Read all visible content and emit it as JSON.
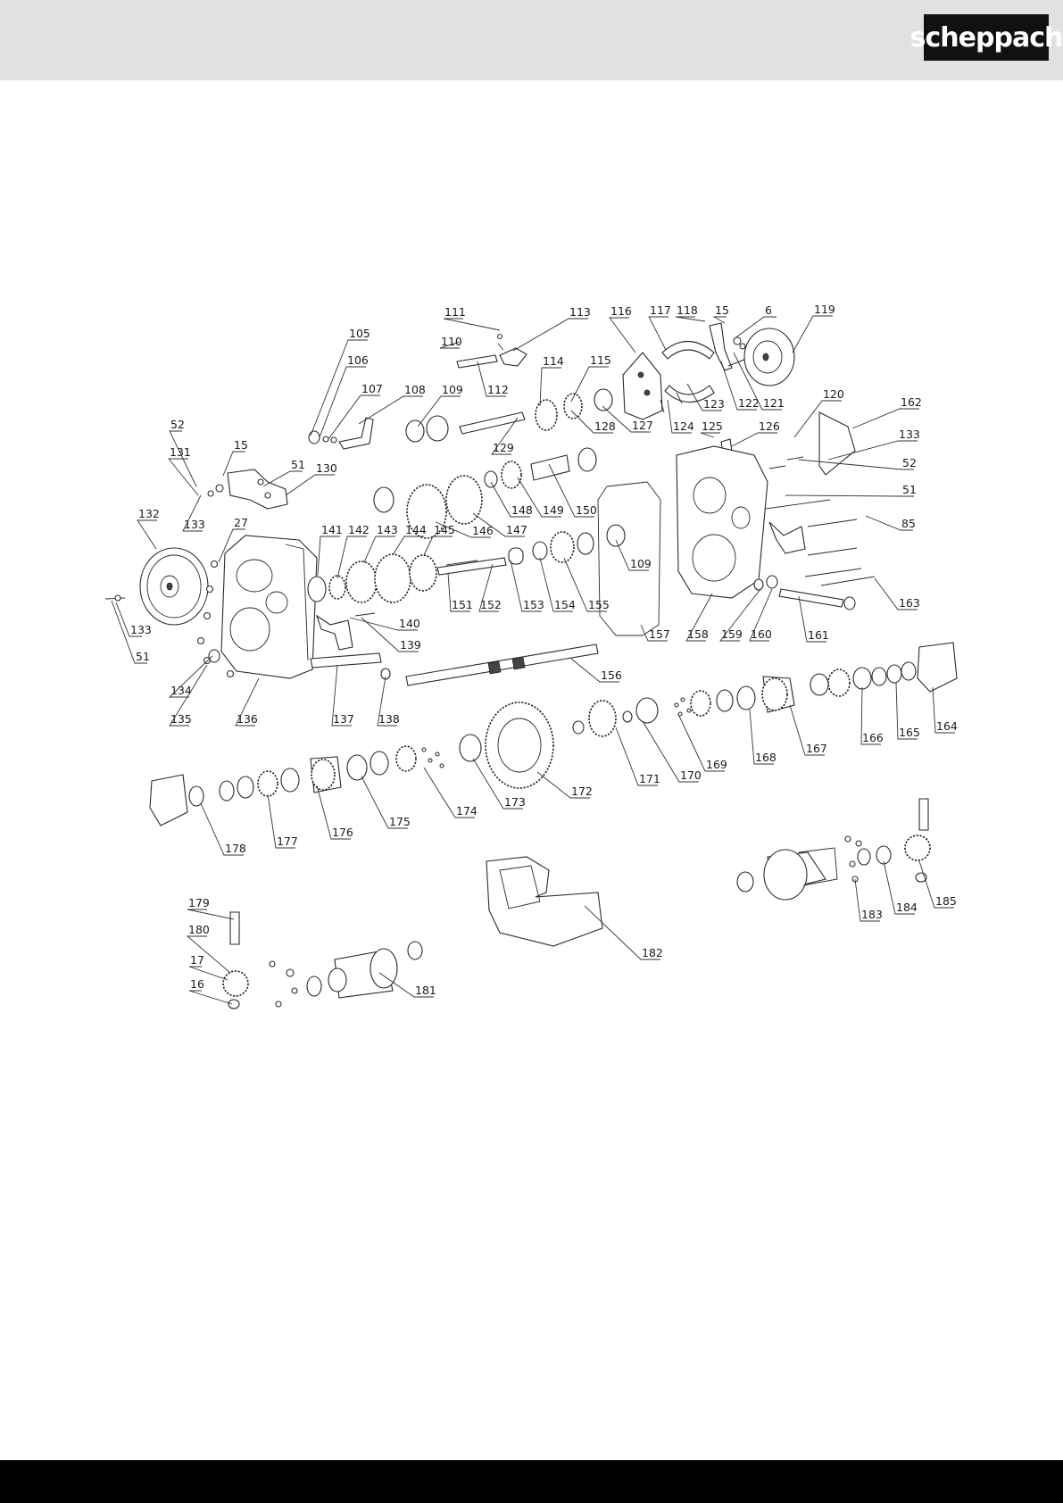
{
  "header": {
    "brand": "scheppach",
    "background": "#e1e1e1",
    "logo_color": "#111111"
  },
  "footer": {
    "color": "#000000"
  },
  "callouts": [
    {
      "n": "105"
    },
    {
      "n": "106"
    },
    {
      "n": "107"
    },
    {
      "n": "108"
    },
    {
      "n": "109"
    },
    {
      "n": "110"
    },
    {
      "n": "111"
    },
    {
      "n": "112"
    },
    {
      "n": "113"
    },
    {
      "n": "114"
    },
    {
      "n": "115"
    },
    {
      "n": "116"
    },
    {
      "n": "117"
    },
    {
      "n": "118"
    },
    {
      "n": "15"
    },
    {
      "n": "6"
    },
    {
      "n": "119"
    },
    {
      "n": "120"
    },
    {
      "n": "162"
    },
    {
      "n": "133"
    },
    {
      "n": "52"
    },
    {
      "n": "51"
    },
    {
      "n": "85"
    },
    {
      "n": "121"
    },
    {
      "n": "122"
    },
    {
      "n": "123"
    },
    {
      "n": "124"
    },
    {
      "n": "125"
    },
    {
      "n": "126"
    },
    {
      "n": "127"
    },
    {
      "n": "128"
    },
    {
      "n": "129"
    },
    {
      "n": "150"
    },
    {
      "n": "149"
    },
    {
      "n": "148"
    },
    {
      "n": "147"
    },
    {
      "n": "146"
    },
    {
      "n": "52"
    },
    {
      "n": "131"
    },
    {
      "n": "15"
    },
    {
      "n": "51"
    },
    {
      "n": "130"
    },
    {
      "n": "133"
    },
    {
      "n": "132"
    },
    {
      "n": "27"
    },
    {
      "n": "141"
    },
    {
      "n": "142"
    },
    {
      "n": "143"
    },
    {
      "n": "144"
    },
    {
      "n": "145"
    },
    {
      "n": "151"
    },
    {
      "n": "152"
    },
    {
      "n": "153"
    },
    {
      "n": "154"
    },
    {
      "n": "155"
    },
    {
      "n": "109"
    },
    {
      "n": "157"
    },
    {
      "n": "158"
    },
    {
      "n": "159"
    },
    {
      "n": "160"
    },
    {
      "n": "161"
    },
    {
      "n": "163"
    },
    {
      "n": "140"
    },
    {
      "n": "139"
    },
    {
      "n": "133"
    },
    {
      "n": "51"
    },
    {
      "n": "134"
    },
    {
      "n": "135"
    },
    {
      "n": "136"
    },
    {
      "n": "137"
    },
    {
      "n": "138"
    },
    {
      "n": "156"
    },
    {
      "n": "164"
    },
    {
      "n": "165"
    },
    {
      "n": "166"
    },
    {
      "n": "167"
    },
    {
      "n": "168"
    },
    {
      "n": "169"
    },
    {
      "n": "170"
    },
    {
      "n": "171"
    },
    {
      "n": "172"
    },
    {
      "n": "173"
    },
    {
      "n": "174"
    },
    {
      "n": "175"
    },
    {
      "n": "176"
    },
    {
      "n": "177"
    },
    {
      "n": "178"
    },
    {
      "n": "179"
    },
    {
      "n": "180"
    },
    {
      "n": "17"
    },
    {
      "n": "16"
    },
    {
      "n": "181"
    },
    {
      "n": "182"
    },
    {
      "n": "183"
    },
    {
      "n": "184"
    },
    {
      "n": "185"
    }
  ]
}
